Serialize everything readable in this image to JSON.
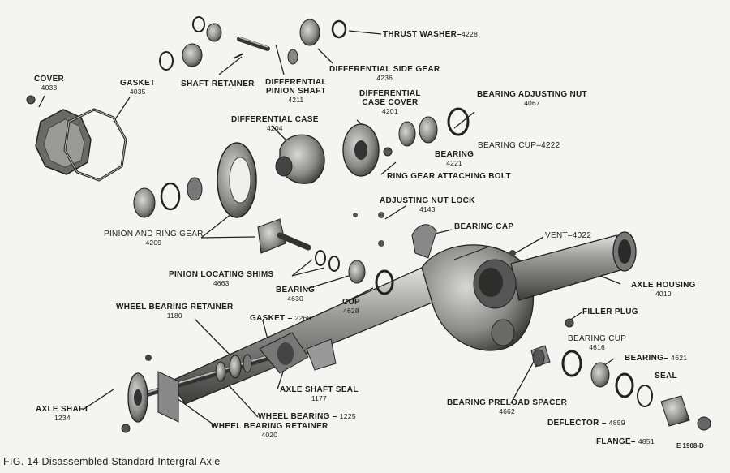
{
  "caption": "FIG. 14 Disassembled Standard Intergral Axle",
  "figure_code": "E 1908-D",
  "parts": {
    "thrust_washer": {
      "name": "THRUST WASHER",
      "number": "4228"
    },
    "diff_side_gear": {
      "name": "DIFFERENTIAL SIDE GEAR",
      "number": "4236"
    },
    "cover": {
      "name": "COVER",
      "number": "4033"
    },
    "gasket": {
      "name": "GASKET",
      "number": "4035"
    },
    "shaft_retainer": {
      "name": "SHAFT RETAINER"
    },
    "diff_pinion_shaft": {
      "name_line1": "DIFFERENTIAL",
      "name_line2": "PINION SHAFT",
      "number": "4211"
    },
    "diff_case_cover": {
      "name_line1": "DIFFERENTIAL",
      "name_line2": "CASE COVER",
      "number": "4201"
    },
    "bearing_adjusting_nut": {
      "name": "BEARING ADJUSTING NUT",
      "number": "4067"
    },
    "differential_case": {
      "name": "DIFFERENTIAL CASE",
      "number": "4204"
    },
    "bearing_cup_4222": {
      "name": "BEARING CUP",
      "number": "4222"
    },
    "bearing_4221": {
      "name": "BEARING",
      "number": "4221"
    },
    "ring_gear_bolt": {
      "name": "RING GEAR ATTACHING BOLT"
    },
    "adjusting_nut_lock": {
      "name": "ADJUSTING NUT LOCK",
      "number": "4143"
    },
    "bearing_cap": {
      "name": "BEARING CAP"
    },
    "vent": {
      "name": "VENT",
      "number": "4022"
    },
    "pinion_ring_gear": {
      "name": "PINION AND RING GEAR",
      "number": "4209"
    },
    "pinion_shims": {
      "name": "PINION LOCATING SHIMS",
      "number": "4663"
    },
    "bearing_4630": {
      "name": "BEARING",
      "number": "4630"
    },
    "cup_4628": {
      "name": "CUP",
      "number": "4628"
    },
    "axle_housing": {
      "name": "AXLE HOUSING",
      "number": "4010"
    },
    "wheel_bearing_retainer_top": {
      "name": "WHEEL BEARING RETAINER",
      "number": "1180"
    },
    "gasket_2268": {
      "name": "GASKET",
      "number": "2268"
    },
    "filler_plug": {
      "name": "FILLER PLUG"
    },
    "bearing_cup_4616": {
      "name": "BEARING CUP",
      "number": "4616"
    },
    "bearing_4621": {
      "name": "BEARING",
      "number": "4621"
    },
    "seal": {
      "name": "SEAL"
    },
    "axle_shaft_seal": {
      "name": "AXLE SHAFT SEAL",
      "number": "1177"
    },
    "axle_shaft": {
      "name": "AXLE SHAFT",
      "number": "1234"
    },
    "wheel_bearing": {
      "name": "WHEEL BEARING",
      "number": "1225"
    },
    "wheel_bearing_retainer_bottom": {
      "name": "WHEEL BEARING RETAINER",
      "number": "4020"
    },
    "bearing_preload_spacer": {
      "name": "BEARING PRELOAD SPACER",
      "number": "4662"
    },
    "deflector": {
      "name": "DEFLECTOR",
      "number": "4859"
    },
    "flange": {
      "name": "FLANGE",
      "number": "4851"
    }
  },
  "colors": {
    "background": "#f4f4f2",
    "ink": "#1c1c1c",
    "part_fill": "#8a8a88",
    "part_dark": "#3d3d3b",
    "part_light": "#cfcfcc"
  }
}
